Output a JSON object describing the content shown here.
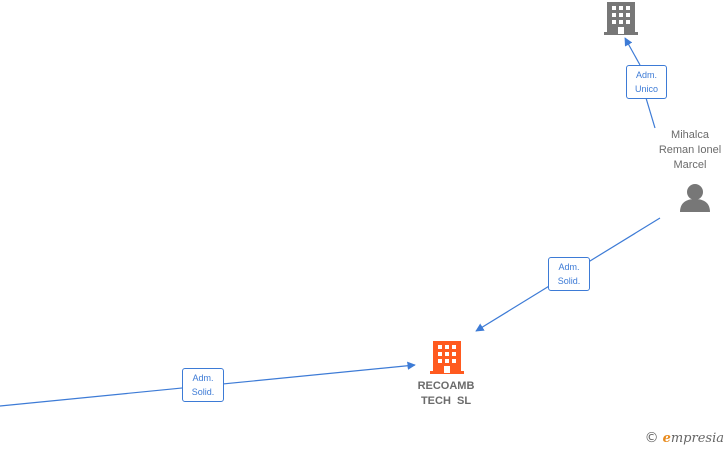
{
  "nodes": {
    "top_company": {
      "type": "company",
      "label": ""
    },
    "person": {
      "type": "person",
      "label_lines": [
        "Mihalca",
        "Reman Ionel",
        "Marcel"
      ]
    },
    "main_company": {
      "type": "company",
      "label_lines": [
        "RECOAMB",
        "TECH  SL"
      ],
      "color": "#ff5a1f"
    }
  },
  "edges": [
    {
      "id": "adm-unico",
      "lines": [
        "Adm.",
        "Unico"
      ]
    },
    {
      "id": "adm-solid-person",
      "lines": [
        "Adm.",
        "Solid."
      ]
    },
    {
      "id": "adm-solid-left",
      "lines": [
        "Adm.",
        "Solid."
      ]
    }
  ],
  "colors": {
    "edge": "#3d7bd6",
    "icon_gray": "#777777",
    "company_accent": "#ff5a1f"
  },
  "brand": {
    "copyright": "©",
    "name_first": "e",
    "name_rest": "mpresia"
  }
}
